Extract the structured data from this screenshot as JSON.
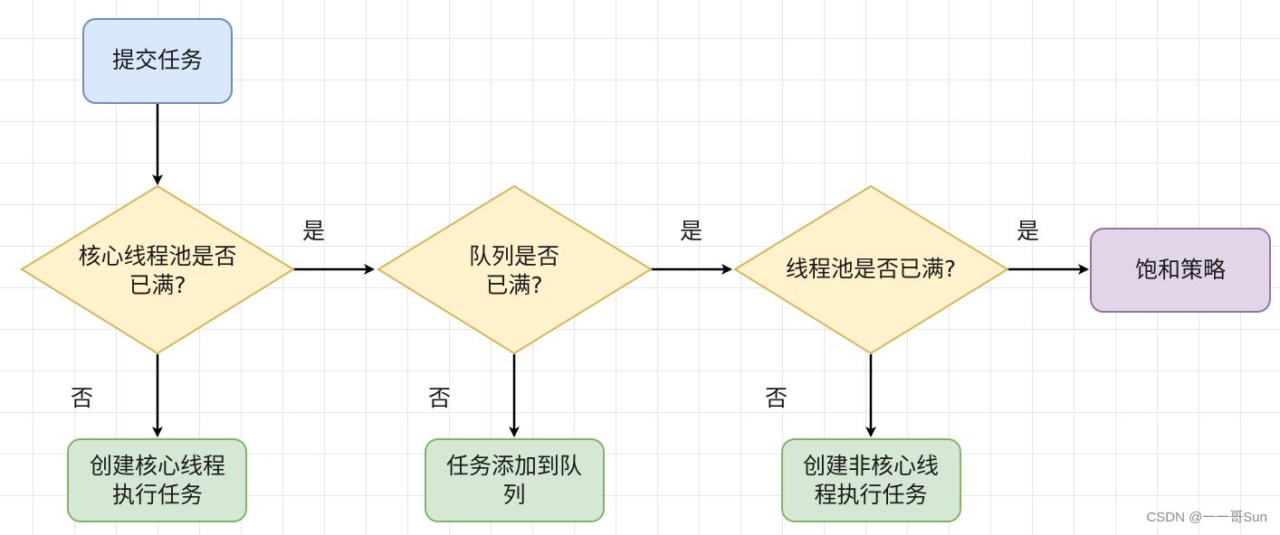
{
  "nodes": {
    "start": "提交任务",
    "decision_core": [
      "核心线程池是否",
      "已满?"
    ],
    "decision_queue": [
      "队列是否",
      "已满?"
    ],
    "decision_pool": [
      "线程池是否已满?"
    ],
    "action_create_core": [
      "创建核心线程",
      "执行任务"
    ],
    "action_add_queue": [
      "任务添加到队",
      "列"
    ],
    "action_create_noncore": [
      "创建非核心线",
      "程执行任务"
    ],
    "end_reject": "饱和策略"
  },
  "edge_labels": {
    "yes": "是",
    "no": "否"
  },
  "colors": {
    "start_fill": "#dae8fc",
    "start_stroke": "#6c8ebf",
    "decision_fill": "#fff2cc",
    "decision_stroke": "#d6b656",
    "action_fill": "#d5e8d4",
    "action_stroke": "#82b366",
    "end_fill": "#e1d5e7",
    "end_stroke": "#9673a6",
    "arrow": "#000000"
  },
  "watermark": "CSDN @一一哥Sun"
}
